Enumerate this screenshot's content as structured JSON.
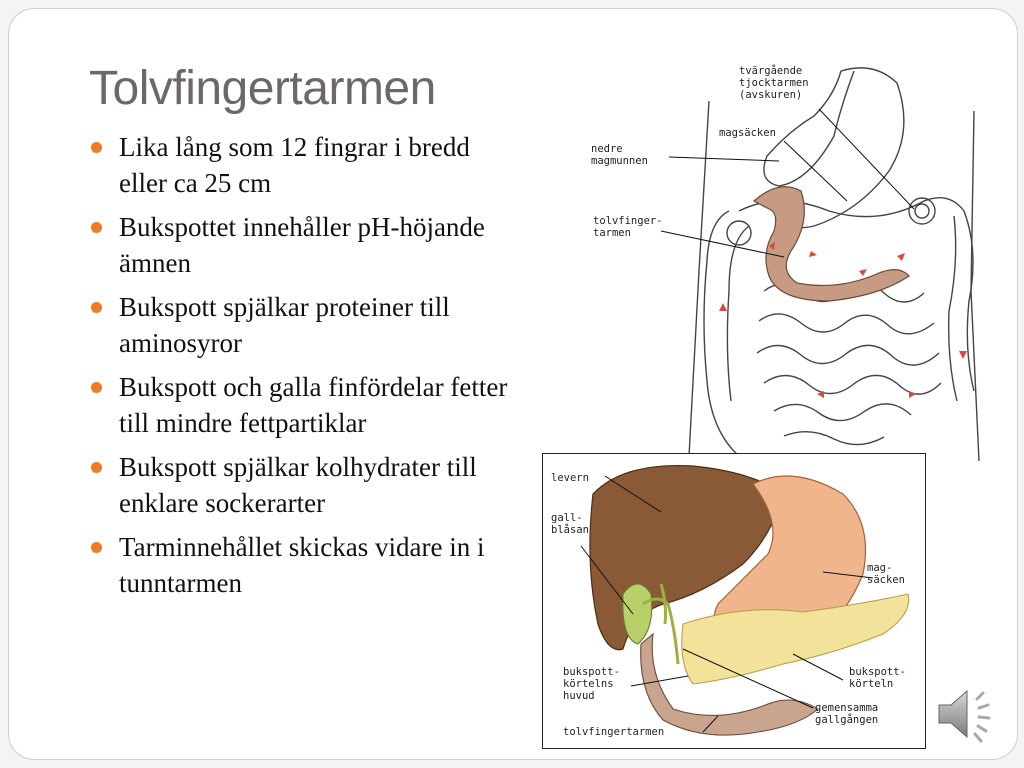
{
  "slide": {
    "title": "Tolvfingertarmen",
    "bullets": [
      "Lika lång som 12 fingrar i bredd eller ca 25 cm",
      "Bukspottet innehåller pH-höjande ämnen",
      "Bukspott spjälkar proteiner till aminosyror",
      "Bukspott och galla finfördelar fetter till mindre fettpartiklar",
      "Bukspott spjälkar kolhydrater till enklare sockerarter",
      "Tarminnehållet skickas vidare in i tunntarmen"
    ]
  },
  "figure_top": {
    "labels": {
      "tvargaende_1": "tvärgående",
      "tvargaende_2": "tjocktarmen",
      "tvargaende_3": "(avskuren)",
      "magsacken": "magsäcken",
      "nedre_1": "nedre",
      "nedre_2": "magmunnen",
      "tolv_1": "tolvfinger-",
      "tolv_2": "tarmen"
    }
  },
  "figure_bottom": {
    "labels": {
      "levern": "levern",
      "gall_1": "gall-",
      "gall_2": "blåsan",
      "mag_1": "mag-",
      "mag_2": "säcken",
      "bkh_1": "bukspott-",
      "bkh_2": "körtelns",
      "bkh_3": "huvud",
      "bk_1": "bukspott-",
      "bk_2": "körteln",
      "gem_1": "gemensamma",
      "gem_2": "gallgången",
      "tolv": "tolvfingertarmen"
    }
  },
  "colors": {
    "bullet": "#f07b24",
    "title": "#6d6868"
  },
  "icons": {
    "audio": "speaker-icon"
  }
}
